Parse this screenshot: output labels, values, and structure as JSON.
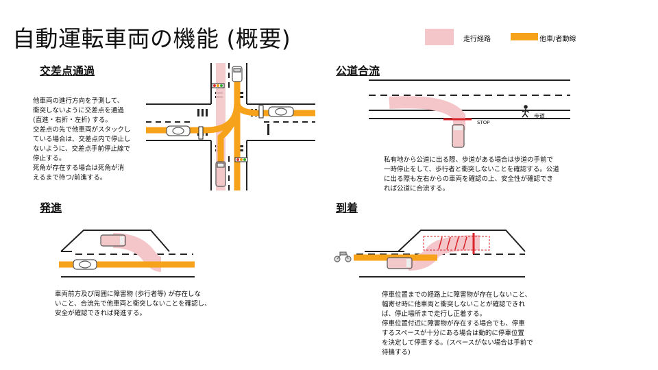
{
  "title": "自動運転車両の機能 (概要)",
  "legend": {
    "route_label": "走行経路",
    "route_color": "#f4c6c9",
    "other_label": "他車/者動線",
    "other_color": "#f7a21b"
  },
  "sections": {
    "intersection": {
      "title": "交差点通過",
      "lines": [
        "他車両の進行方向を予測して、",
        "衝突しないように交差点を通過",
        "(直進・右折・左折) する。",
        "交差点の先で他車両がスタックし",
        "ている場合は、交差点内で停止し",
        "ないように、交差点手前停止線で",
        "停止する。",
        "死角が存在する場合は死角が消",
        "えるまで待つ/前進する。"
      ]
    },
    "merge": {
      "title": "公道合流",
      "stop_label": "STOP",
      "sidewalk_label": "歩道",
      "lines": [
        "私有地から公道に出る際、歩道がある場合は歩道の手前で",
        "一時停止をして、歩行者と衝突しないことを確認する。公道",
        "に出る際も左右からの車両を確認の上、安全性が確認でき",
        "れば公道に合流する。"
      ]
    },
    "start": {
      "title": "発進",
      "lines": [
        "車両前方及び周囲に障害物 (歩行者等) が存在しな",
        "いこと、合流先で他車両と衝突しないことを確認し、",
        "安全が確認できれば発進する。"
      ]
    },
    "arrival": {
      "title": "到着",
      "lines": [
        "停車位置までの経路上に障害物が存在しないこと、",
        "幅寄せ時に他車両と衝突しないことが確認できれ",
        "ば、停止場所まで走行し正着する。",
        "停車位置付近に障害物が存在する場合でも、停車",
        "するスペースが十分にある場合は動的に停車位置",
        "を決定して停車する。(スペースがない場合は手前で",
        "待機する)"
      ]
    }
  }
}
